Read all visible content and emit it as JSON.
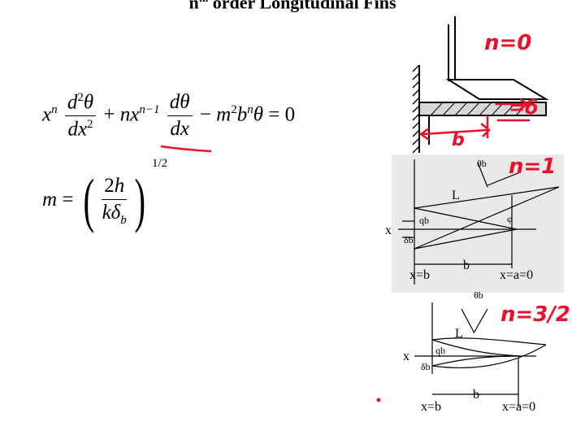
{
  "title": {
    "n": "n",
    "sup": "th",
    "rest": "order Longitudinal Fins"
  },
  "equation1": {
    "x": "x",
    "n_exp": "n",
    "d2": "d",
    "two": "2",
    "theta": "θ",
    "dx": "dx",
    "dx_exp": "2",
    "plus": "+",
    "n_coef": "nx",
    "n_minus_1": "n−1",
    "dtheta": "dθ",
    "dx2": "dx",
    "minus": "−",
    "m": "m",
    "m_exp": "2",
    "b": "b",
    "b_exp": "n",
    "theta2": "θ",
    "equals": "= 0"
  },
  "equation2": {
    "m": "m",
    "equals": "=",
    "num": "2h",
    "den_k": "kδ",
    "den_sub": "b",
    "exponent": "1/2"
  },
  "figure_top": {
    "theta_b": "θb",
    "L": "L",
    "q_b": "qb",
    "phi": "φ",
    "x": "x",
    "delta_b": "δb",
    "b": "b",
    "x_eq_b": "x=b",
    "x_eq_a": "x=a=0"
  },
  "figure_bottom": {
    "theta_b": "θb",
    "L": "L",
    "q_b": "qb",
    "x": "x",
    "delta_b": "δb",
    "b": "b",
    "x_eq_b": "x=b",
    "x_eq_a": "x=a=0"
  },
  "handwriting": {
    "n0": "n=0",
    "delta": "=δ",
    "b": "b",
    "n1": "n=1",
    "n32": "n=3/2"
  },
  "colors": {
    "ink": "#000000",
    "annotation": "#e8102a",
    "figure_bg": "#e9e9e9"
  }
}
